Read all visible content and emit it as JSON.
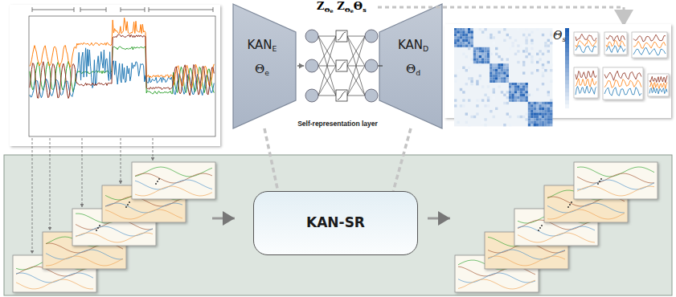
{
  "diagram": {
    "nodes": [
      {
        "text": [
          "KAN",
          "E",
          "Θ",
          "e"
        ]
      },
      {
        "text": [
          "Self-representation layer"
        ]
      },
      {
        "text": [
          "KAN",
          "D",
          "Θ",
          "d"
        ]
      },
      {
        "text": [
          "KAN-SR"
        ]
      }
    ],
    "edges": [
      {
        "from": 0,
        "to": 3,
        "arrow": "none"
      },
      {
        "from": 2,
        "to": 3,
        "arrow": "none"
      }
    ],
    "labels": [
      "Z",
      "Θ",
      "e",
      "Z",
      "Θ",
      "e",
      "Θ",
      "s",
      "Θ",
      "s"
    ]
  }
}
